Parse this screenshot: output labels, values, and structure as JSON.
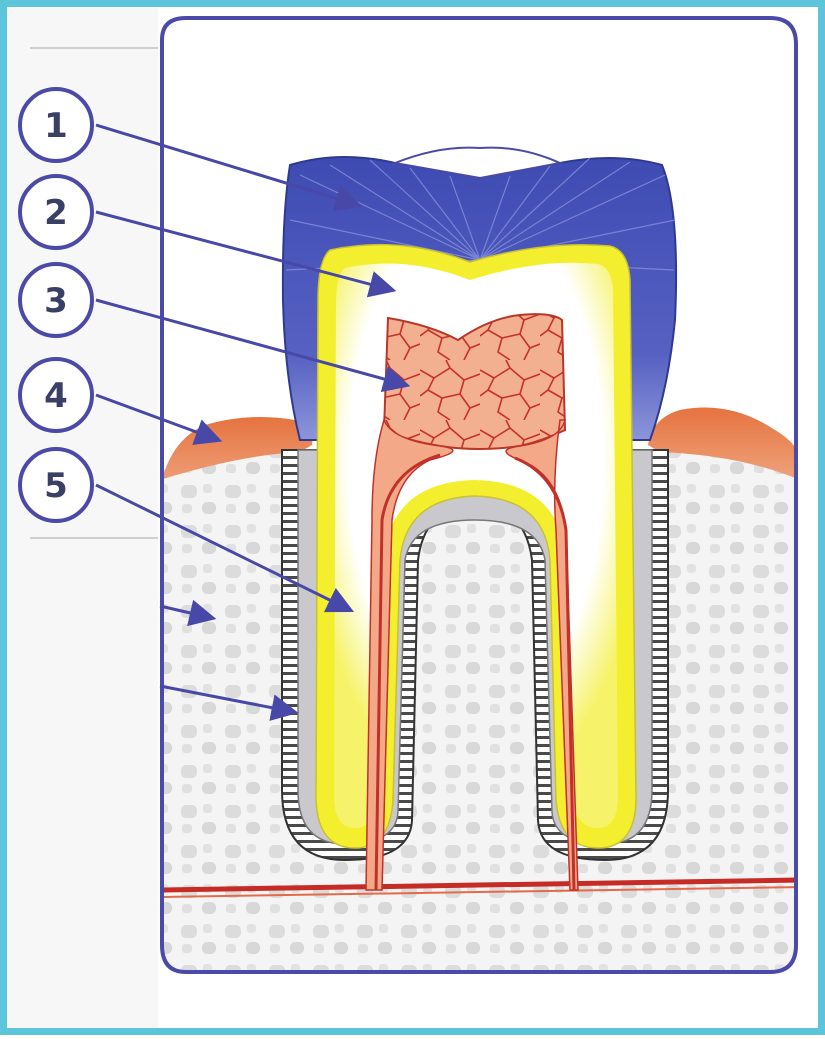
{
  "diagram": {
    "labels": [
      {
        "number": "1",
        "target": "enamel"
      },
      {
        "number": "2",
        "target": "dentin"
      },
      {
        "number": "3",
        "target": "pulp"
      },
      {
        "number": "4",
        "target": "gum"
      },
      {
        "number": "5",
        "target": "root-canal"
      }
    ],
    "colors": {
      "frame_border": "#5cc5dc",
      "outline": "#4a4aa8",
      "enamel": "#4a55b8",
      "dentin_glow": "#f2ee2a",
      "pulp": "#f2a07a",
      "vessels": "#c2302a",
      "gum": "#e6794a",
      "bone": "#e3e3e3",
      "arrows": "#4848a8"
    }
  }
}
